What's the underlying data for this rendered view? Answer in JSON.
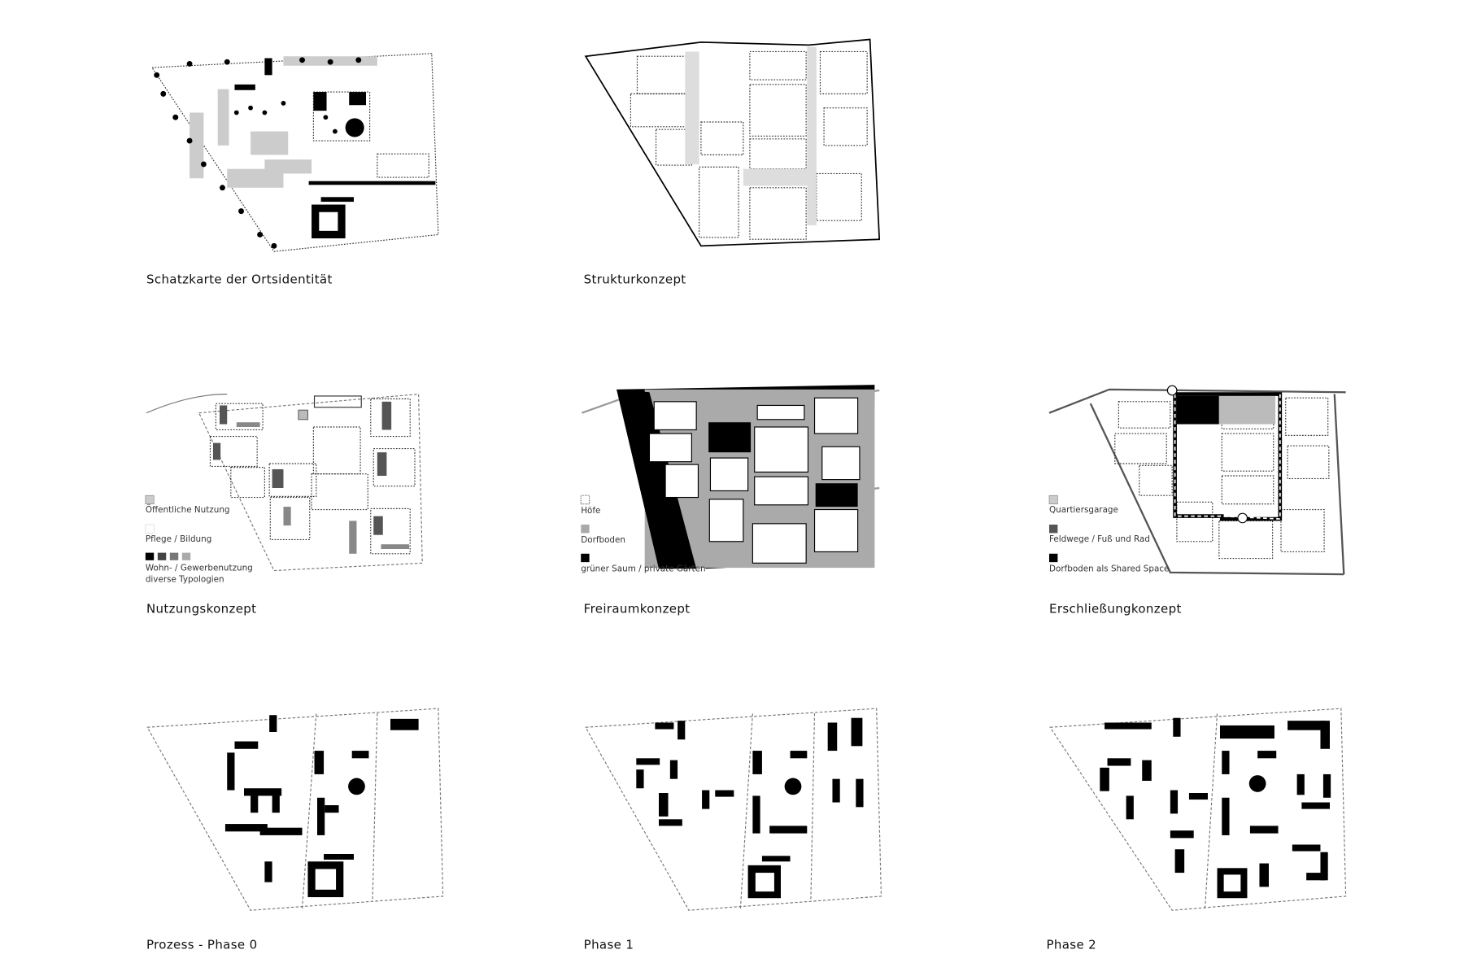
{
  "panels": {
    "schatzkarte": {
      "caption": "Schatzkarte der Ortsidentität"
    },
    "struktur": {
      "caption": "Strukturkonzept"
    },
    "nutzung": {
      "caption": "Nutzungskonzept",
      "legend": [
        "Öffentliche Nutzung",
        "Pflege / Bildung",
        "Wohn- / Gewerbenutzung",
        "diverse Typologien"
      ]
    },
    "freiraum": {
      "caption": "Freiraumkonzept",
      "legend": [
        "Höfe",
        "Dorfboden",
        "grüner Saum / private Gärten"
      ]
    },
    "erschliessung": {
      "caption": "Erschließungkonzept",
      "legend": [
        "Quartiersgarage",
        "Feldwege / Fuß und Rad",
        "Dorfboden als Shared Space"
      ]
    },
    "phase0": {
      "caption": "Prozess - Phase 0"
    },
    "phase1": {
      "caption": "Phase 1"
    },
    "phase2": {
      "caption": "Phase 2"
    }
  }
}
